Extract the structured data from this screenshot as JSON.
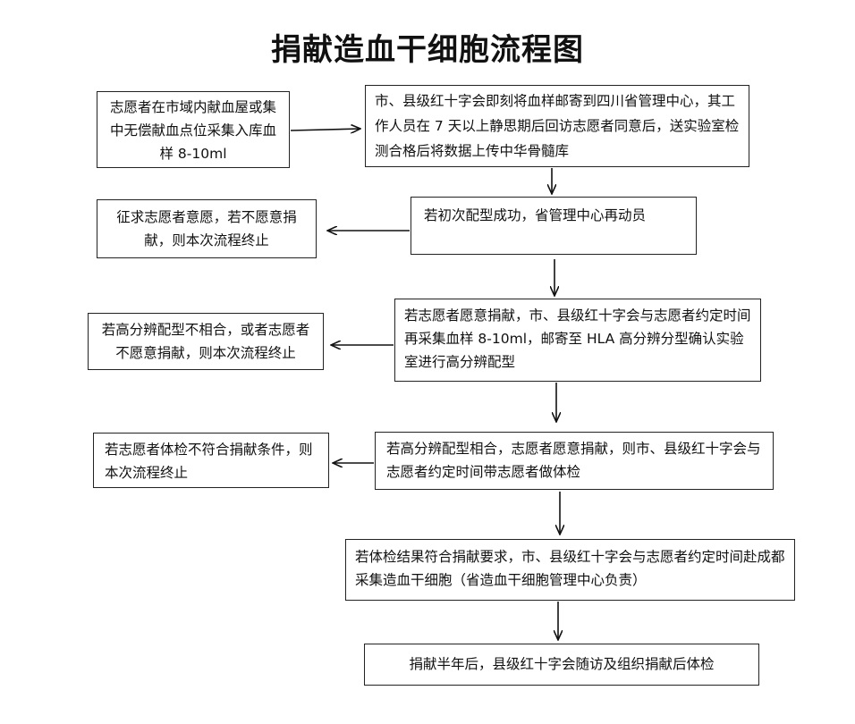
{
  "title": "捐献造血干细胞流程图",
  "boxes": {
    "b1": "志愿者在市域内献血屋或集中无偿献血点位采集入库血样 8-10ml",
    "b2": "市、县级红十字会即刻将血样邮寄到四川省管理中心，其工作人员在 7 天以上静思期后回访志愿者同意后，送实验室检测合格后将数据上传中华骨髓库",
    "b3": "若初次配型成功，省管理中心再动员",
    "b4": "征求志愿者意愿，若不愿意捐献，则本次流程终止",
    "b5": "若志愿者愿意捐献，市、县级红十字会与志愿者约定时间再采集血样 8-10ml，邮寄至 HLA 高分辨分型确认实验室进行高分辨配型",
    "b6": "若高分辨配型不相合，或者志愿者不愿意捐献，则本次流程终止",
    "b7": "若高分辨配型相合，志愿者愿意捐献，则市、县级红十字会与志愿者约定时间带志愿者做体检",
    "b8": "若志愿者体检不符合捐献条件，则本次流程终止",
    "b9": "若体检结果符合捐献要求，市、县级红十字会与志愿者约定时间赴成都采集造血干细胞（省造血干细胞管理中心负责）",
    "b10": "捐献半年后，县级红十字会随访及组织捐献后体检"
  }
}
